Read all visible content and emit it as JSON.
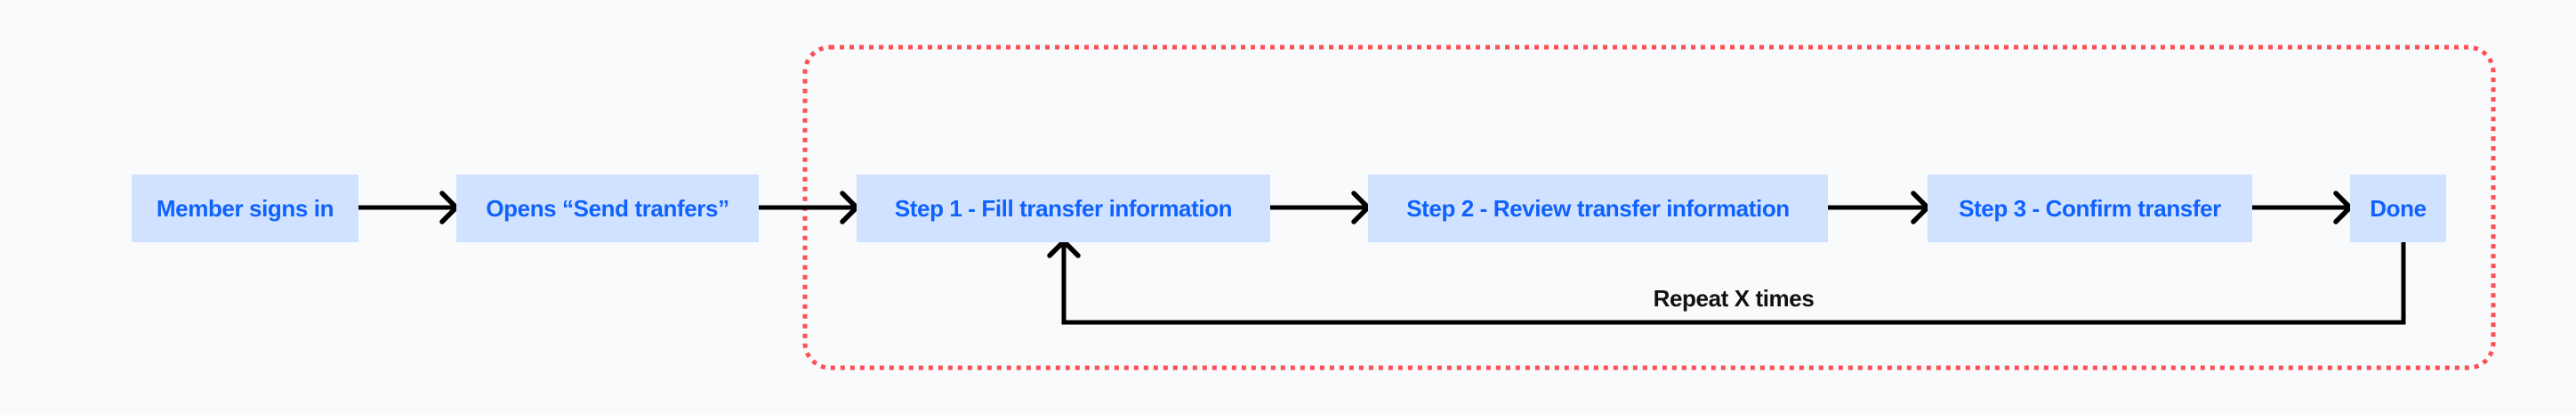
{
  "diagram": {
    "nodes": [
      {
        "id": "member-signs-in",
        "label": "Member signs in"
      },
      {
        "id": "opens-send-transfers",
        "label": "Opens “Send tranfers”"
      },
      {
        "id": "step-1",
        "label": "Step 1 - Fill transfer information"
      },
      {
        "id": "step-2",
        "label": "Step 2 - Review transfer information"
      },
      {
        "id": "step-3",
        "label": "Step 3 - Confirm transfer"
      },
      {
        "id": "done",
        "label": "Done"
      }
    ],
    "edges": [
      {
        "from": "member-signs-in",
        "to": "opens-send-transfers"
      },
      {
        "from": "opens-send-transfers",
        "to": "step-1"
      },
      {
        "from": "step-1",
        "to": "step-2"
      },
      {
        "from": "step-2",
        "to": "step-3"
      },
      {
        "from": "step-3",
        "to": "done"
      },
      {
        "from": "done",
        "to": "step-1",
        "label": "Repeat X times",
        "type": "loop-back"
      }
    ],
    "loop_label": "Repeat X times",
    "loop_boundary_contains": [
      "step-1",
      "step-2",
      "step-3",
      "done"
    ],
    "colors": {
      "node_fill": "#d0e2ff",
      "node_text": "#0f62fe",
      "arrow": "#000000",
      "loop_boundary": "#fb5056",
      "loop_label_text": "#111111",
      "background": "#f9fafb"
    }
  }
}
